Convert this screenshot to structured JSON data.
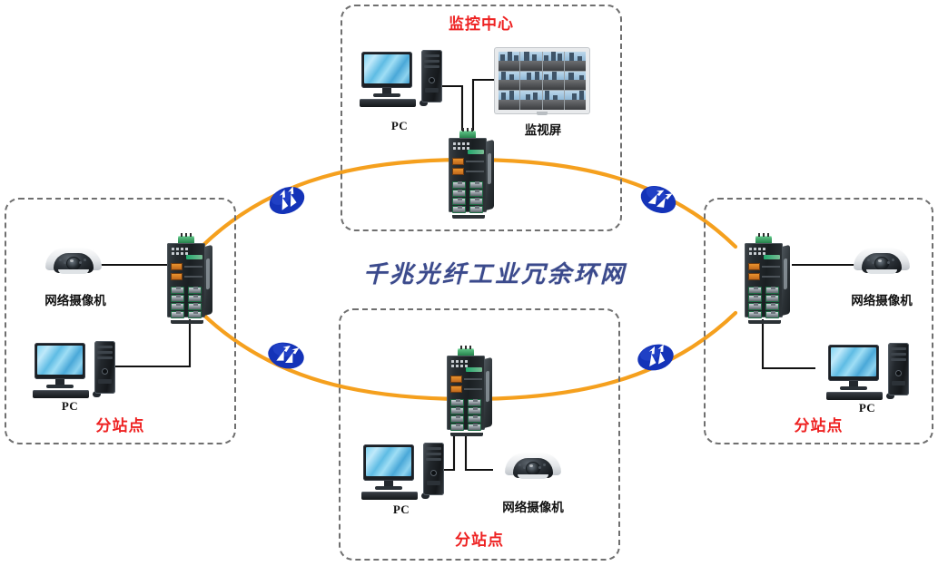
{
  "diagram": {
    "center_title": "千兆光纤工业冗余环网",
    "ring_color": "#F5A01E",
    "station_border_color": "#6F6F6F",
    "station_title_color": "#EE2222",
    "bolt_color": "#1433B8"
  },
  "stations": [
    {
      "id": "monitor-center",
      "title": "监控中心",
      "devices": [
        {
          "type": "pc",
          "label": "PC",
          "icon": "desktop-computer-icon"
        },
        {
          "type": "video-wall",
          "label": "监视屏",
          "icon": "video-wall-icon"
        },
        {
          "type": "switch",
          "label": "",
          "icon": "industrial-switch-icon"
        }
      ]
    },
    {
      "id": "substation-left",
      "title": "分站点",
      "devices": [
        {
          "type": "camera",
          "label": "网络摄像机",
          "icon": "dome-camera-icon"
        },
        {
          "type": "pc",
          "label": "PC",
          "icon": "desktop-computer-icon"
        },
        {
          "type": "switch",
          "label": "",
          "icon": "industrial-switch-icon"
        }
      ]
    },
    {
      "id": "substation-right",
      "title": "分站点",
      "devices": [
        {
          "type": "camera",
          "label": "网络摄像机",
          "icon": "dome-camera-icon"
        },
        {
          "type": "pc",
          "label": "PC",
          "icon": "desktop-computer-icon"
        },
        {
          "type": "switch",
          "label": "",
          "icon": "industrial-switch-icon"
        }
      ]
    },
    {
      "id": "substation-bottom",
      "title": "分站点",
      "devices": [
        {
          "type": "pc",
          "label": "PC",
          "icon": "desktop-computer-icon"
        },
        {
          "type": "camera",
          "label": "网络摄像机",
          "icon": "dome-camera-icon"
        },
        {
          "type": "switch",
          "label": "",
          "icon": "industrial-switch-icon"
        }
      ]
    }
  ],
  "ring_nodes": [
    {
      "id": "bolt-top-left",
      "icon": "fiber-link-bolt-icon"
    },
    {
      "id": "bolt-top-right",
      "icon": "fiber-link-bolt-icon"
    },
    {
      "id": "bolt-bottom-left",
      "icon": "fiber-link-bolt-icon"
    },
    {
      "id": "bolt-bottom-right",
      "icon": "fiber-link-bolt-icon"
    }
  ]
}
